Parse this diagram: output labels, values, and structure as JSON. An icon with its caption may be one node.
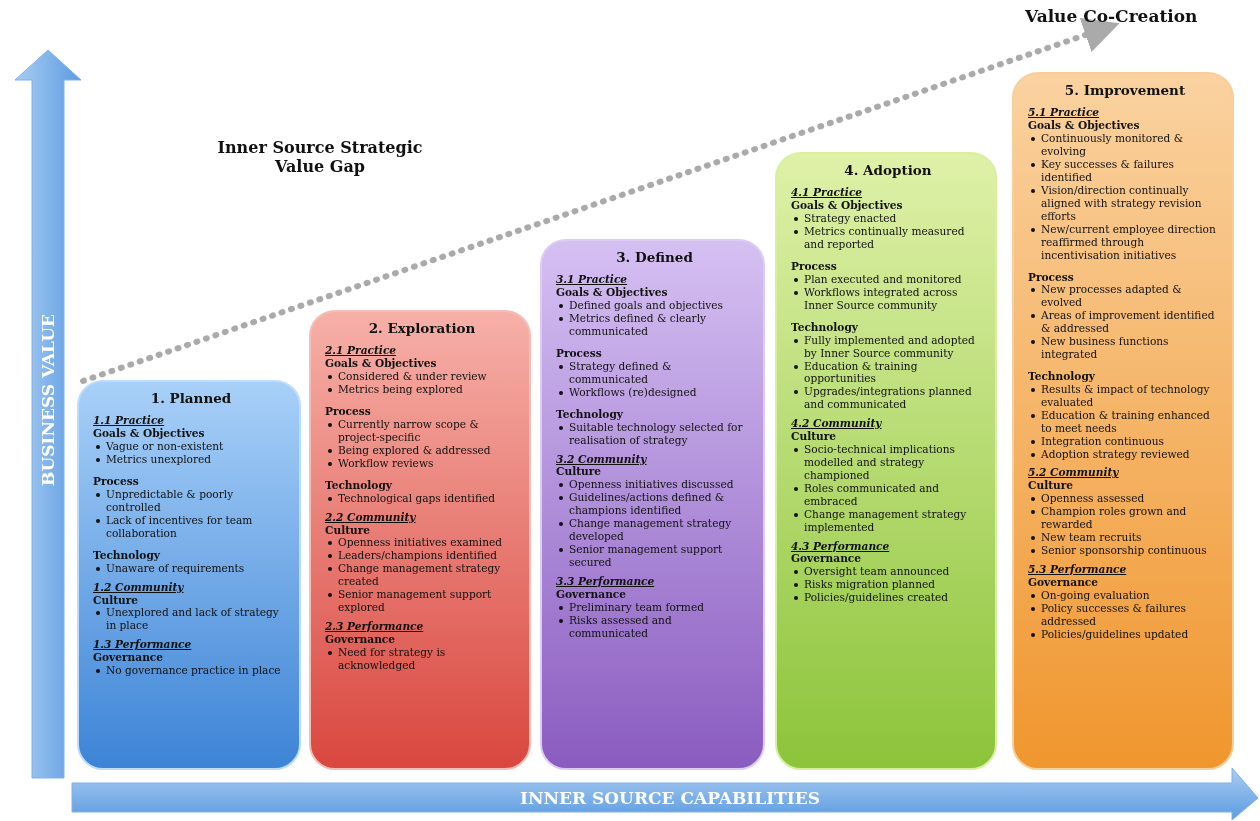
{
  "diagram": {
    "nodes": [
      {
        "text": [
          "1. Planned",
          "1.1 Practice",
          "Goals & Objectives",
          "Vague or non-existent",
          "Metrics unexplored",
          "Process",
          "Unpredictable & poorly controlled",
          "Lack of incentives for team collaboration",
          "Technology",
          "Unaware of requirements",
          "1.2 Community",
          "Culture",
          "Unexplored and lack of strategy in place",
          "1.3 Performance",
          "Governance",
          "No governance practice in place"
        ]
      },
      {
        "text": [
          "2. Exploration",
          "2.1 Practice",
          "Goals & Objectives",
          "Considered & under review",
          "Metrics being explored",
          "Process",
          "Currently narrow scope & project-specific",
          "Being explored & addressed",
          "Workflow reviews",
          "Technology",
          "Technological gaps identified",
          "2.2 Community",
          "Culture",
          "Openness initiatives examined",
          "Leaders/champions identified",
          "Change management strategy created",
          "Senior management support explored",
          "2.3 Performance",
          "Governance",
          "Need for strategy is acknowledged"
        ]
      },
      {
        "text": [
          "3. Defined",
          "3.1 Practice",
          "Goals & Objectives",
          "Defined goals and objectives",
          "Metrics defined & clearly communicated",
          "Process",
          "Strategy defined & communicated",
          "Workflows (re)designed",
          "Technology",
          "Suitable technology selected for realisation of strategy",
          "3.2 Community",
          "Culture",
          "Openness initiatives discussed",
          "Guidelines/actions defined & champions identified",
          "Change management strategy developed",
          "Senior management support secured",
          "3.3 Performance",
          "Governance",
          "Preliminary team formed",
          "Risks assessed and communicated"
        ]
      },
      {
        "text": [
          "4. Adoption",
          "4.1 Practice",
          "Goals & Objectives",
          "Strategy enacted",
          "Metrics continually measured and reported",
          "Process",
          "Plan executed and monitored",
          "Workflows integrated across Inner Source community",
          "Technology",
          "Fully implemented and adopted by Inner Source community",
          "Education & training opportunities",
          "Upgrades/integrations planned and communicated",
          "4.2 Community",
          "Culture",
          "Socio-technical implications modelled and strategy championed",
          "Roles communicated and embraced",
          "Change management strategy implemented",
          "4.3 Performance",
          "Governance",
          "Oversight team announced",
          "Risks migration planned",
          "Policies/guidelines created"
        ]
      },
      {
        "text": [
          "5. Improvement",
          "5.1 Practice",
          "Goals & Objectives",
          "Continuously monitored & evolving",
          "Key successes & failures identified",
          "Vision/direction continually aligned with strategy revision efforts",
          "New/current employee direction reaffirmed through incentivisation initiatives",
          "Process",
          "New processes adapted & evolved",
          "Areas of improvement identified & addressed",
          "New business functions integrated",
          "Technology",
          "Results & impact of technology evaluated",
          "Education & training enhanced to meet needs",
          "Integration continuous",
          "Adoption strategy reviewed",
          "5.2 Community",
          "Culture",
          "Openness assessed",
          "Champion roles grown and rewarded",
          "New team recruits",
          "Senior sponsorship continuous",
          "5.3 Performance",
          "Governance",
          "On-going evaluation",
          "Policy successes & failures addressed",
          "Policies/guidelines updated"
        ]
      },
      {
        "text": [
          "Value Co-Creation"
        ]
      }
    ],
    "edges": [
      {
        "from": 0,
        "to": 5,
        "arrow": "to",
        "style": "dashed"
      }
    ],
    "labels": [
      "Inner Source Strategic Value Gap",
      "BUSINESS VALUE",
      "INNER SOURCE CAPABILITIES"
    ]
  }
}
